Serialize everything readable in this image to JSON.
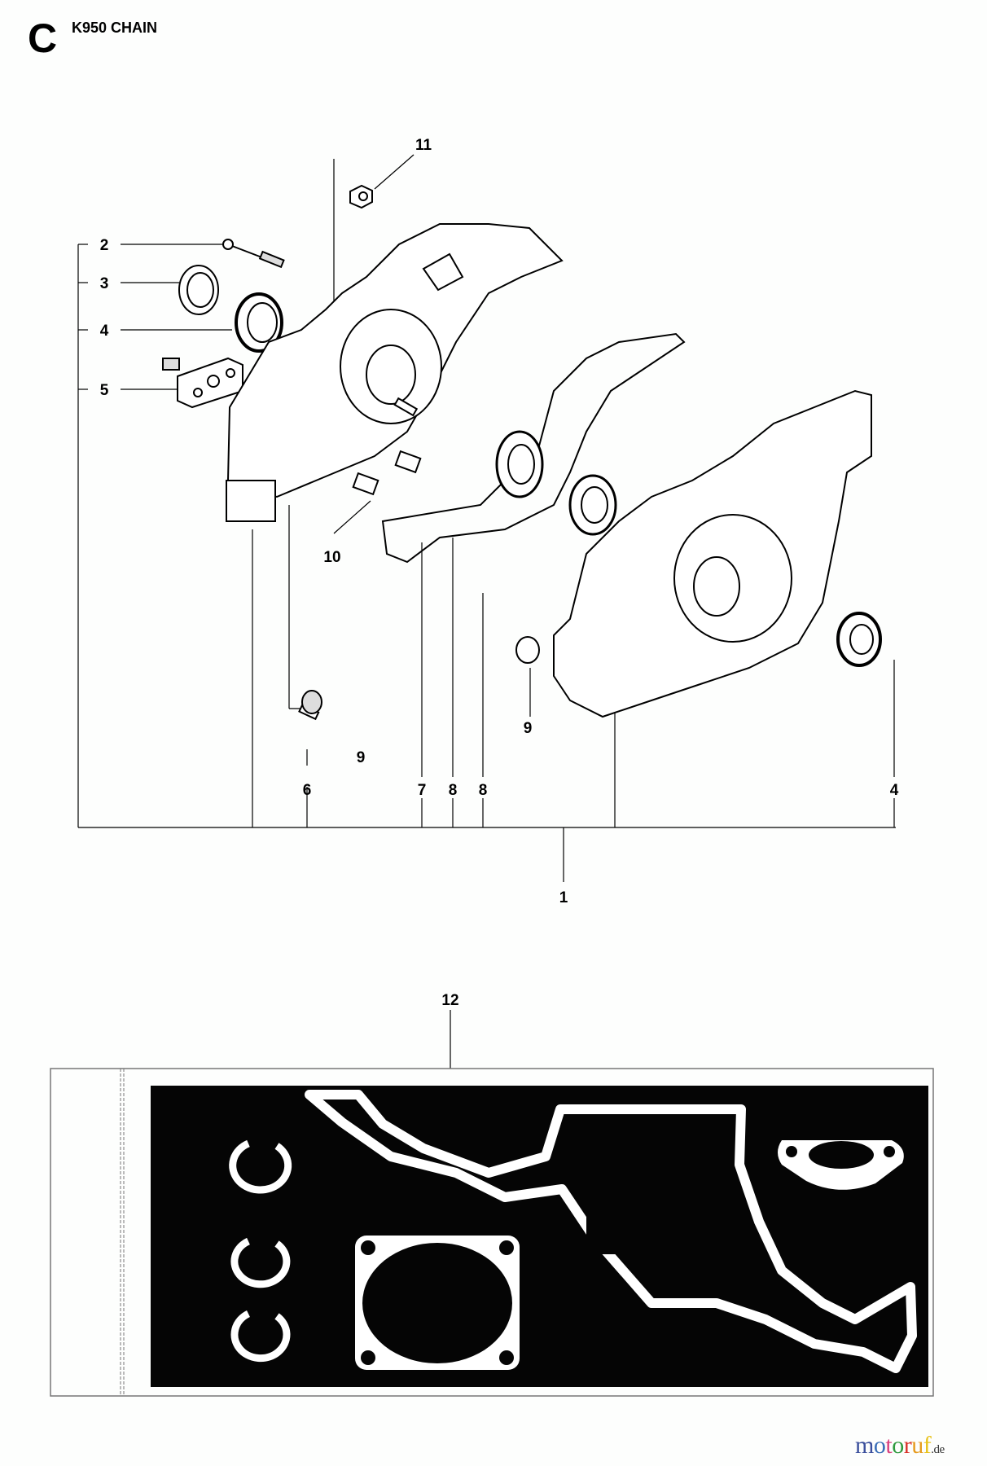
{
  "header": {
    "section_letter": "C",
    "title": "K950 CHAIN"
  },
  "callouts": [
    {
      "id": "2",
      "label": "2"
    },
    {
      "id": "3",
      "label": "3"
    },
    {
      "id": "4a",
      "label": "4"
    },
    {
      "id": "5",
      "label": "5"
    },
    {
      "id": "11",
      "label": "11"
    },
    {
      "id": "10",
      "label": "10"
    },
    {
      "id": "9a",
      "label": "9"
    },
    {
      "id": "9b",
      "label": "9"
    },
    {
      "id": "6",
      "label": "6"
    },
    {
      "id": "7",
      "label": "7"
    },
    {
      "id": "8a",
      "label": "8"
    },
    {
      "id": "8b",
      "label": "8"
    },
    {
      "id": "4b",
      "label": "4"
    },
    {
      "id": "1",
      "label": "1"
    },
    {
      "id": "12",
      "label": "12"
    }
  ],
  "colors": {
    "line": "#000000",
    "gasket_panel": "#050505",
    "frame": "#777777"
  },
  "watermark": {
    "letters": [
      {
        "ch": "m",
        "color": "#3a4f9c"
      },
      {
        "ch": "o",
        "color": "#3a6fb8"
      },
      {
        "ch": "t",
        "color": "#d9417f"
      },
      {
        "ch": "o",
        "color": "#2f9a3e"
      },
      {
        "ch": "r",
        "color": "#d8332a"
      },
      {
        "ch": "u",
        "color": "#e69b1e"
      },
      {
        "ch": "f",
        "color": "#e8c21a"
      }
    ],
    "suffix": ".de"
  }
}
